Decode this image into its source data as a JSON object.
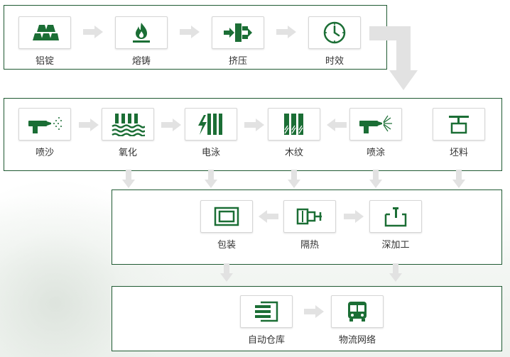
{
  "colors": {
    "icon": "#1b6e35",
    "border": "#1f5a32",
    "arrow": "#e2e2e2"
  },
  "row1": [
    {
      "label": "铝锭",
      "icon": "ingot-icon"
    },
    {
      "label": "熔铸",
      "icon": "flame-icon"
    },
    {
      "label": "挤压",
      "icon": "extrusion-icon"
    },
    {
      "label": "时效",
      "icon": "clock-icon"
    }
  ],
  "row2": [
    {
      "label": "喷沙",
      "icon": "sand-spray-icon"
    },
    {
      "label": "氧化",
      "icon": "oxidation-icon"
    },
    {
      "label": "电泳",
      "icon": "electrophoresis-icon"
    },
    {
      "label": "木纹",
      "icon": "wood-grain-icon"
    },
    {
      "label": "喷涂",
      "icon": "spray-gun-icon"
    },
    {
      "label": "坯料",
      "icon": "blank-icon"
    }
  ],
  "row3": [
    {
      "label": "包装",
      "icon": "package-icon"
    },
    {
      "label": "隔热",
      "icon": "thermal-break-icon"
    },
    {
      "label": "深加工",
      "icon": "machining-icon"
    }
  ],
  "row4": [
    {
      "label": "自动仓库",
      "icon": "warehouse-icon"
    },
    {
      "label": "物流网络",
      "icon": "bus-icon"
    }
  ]
}
